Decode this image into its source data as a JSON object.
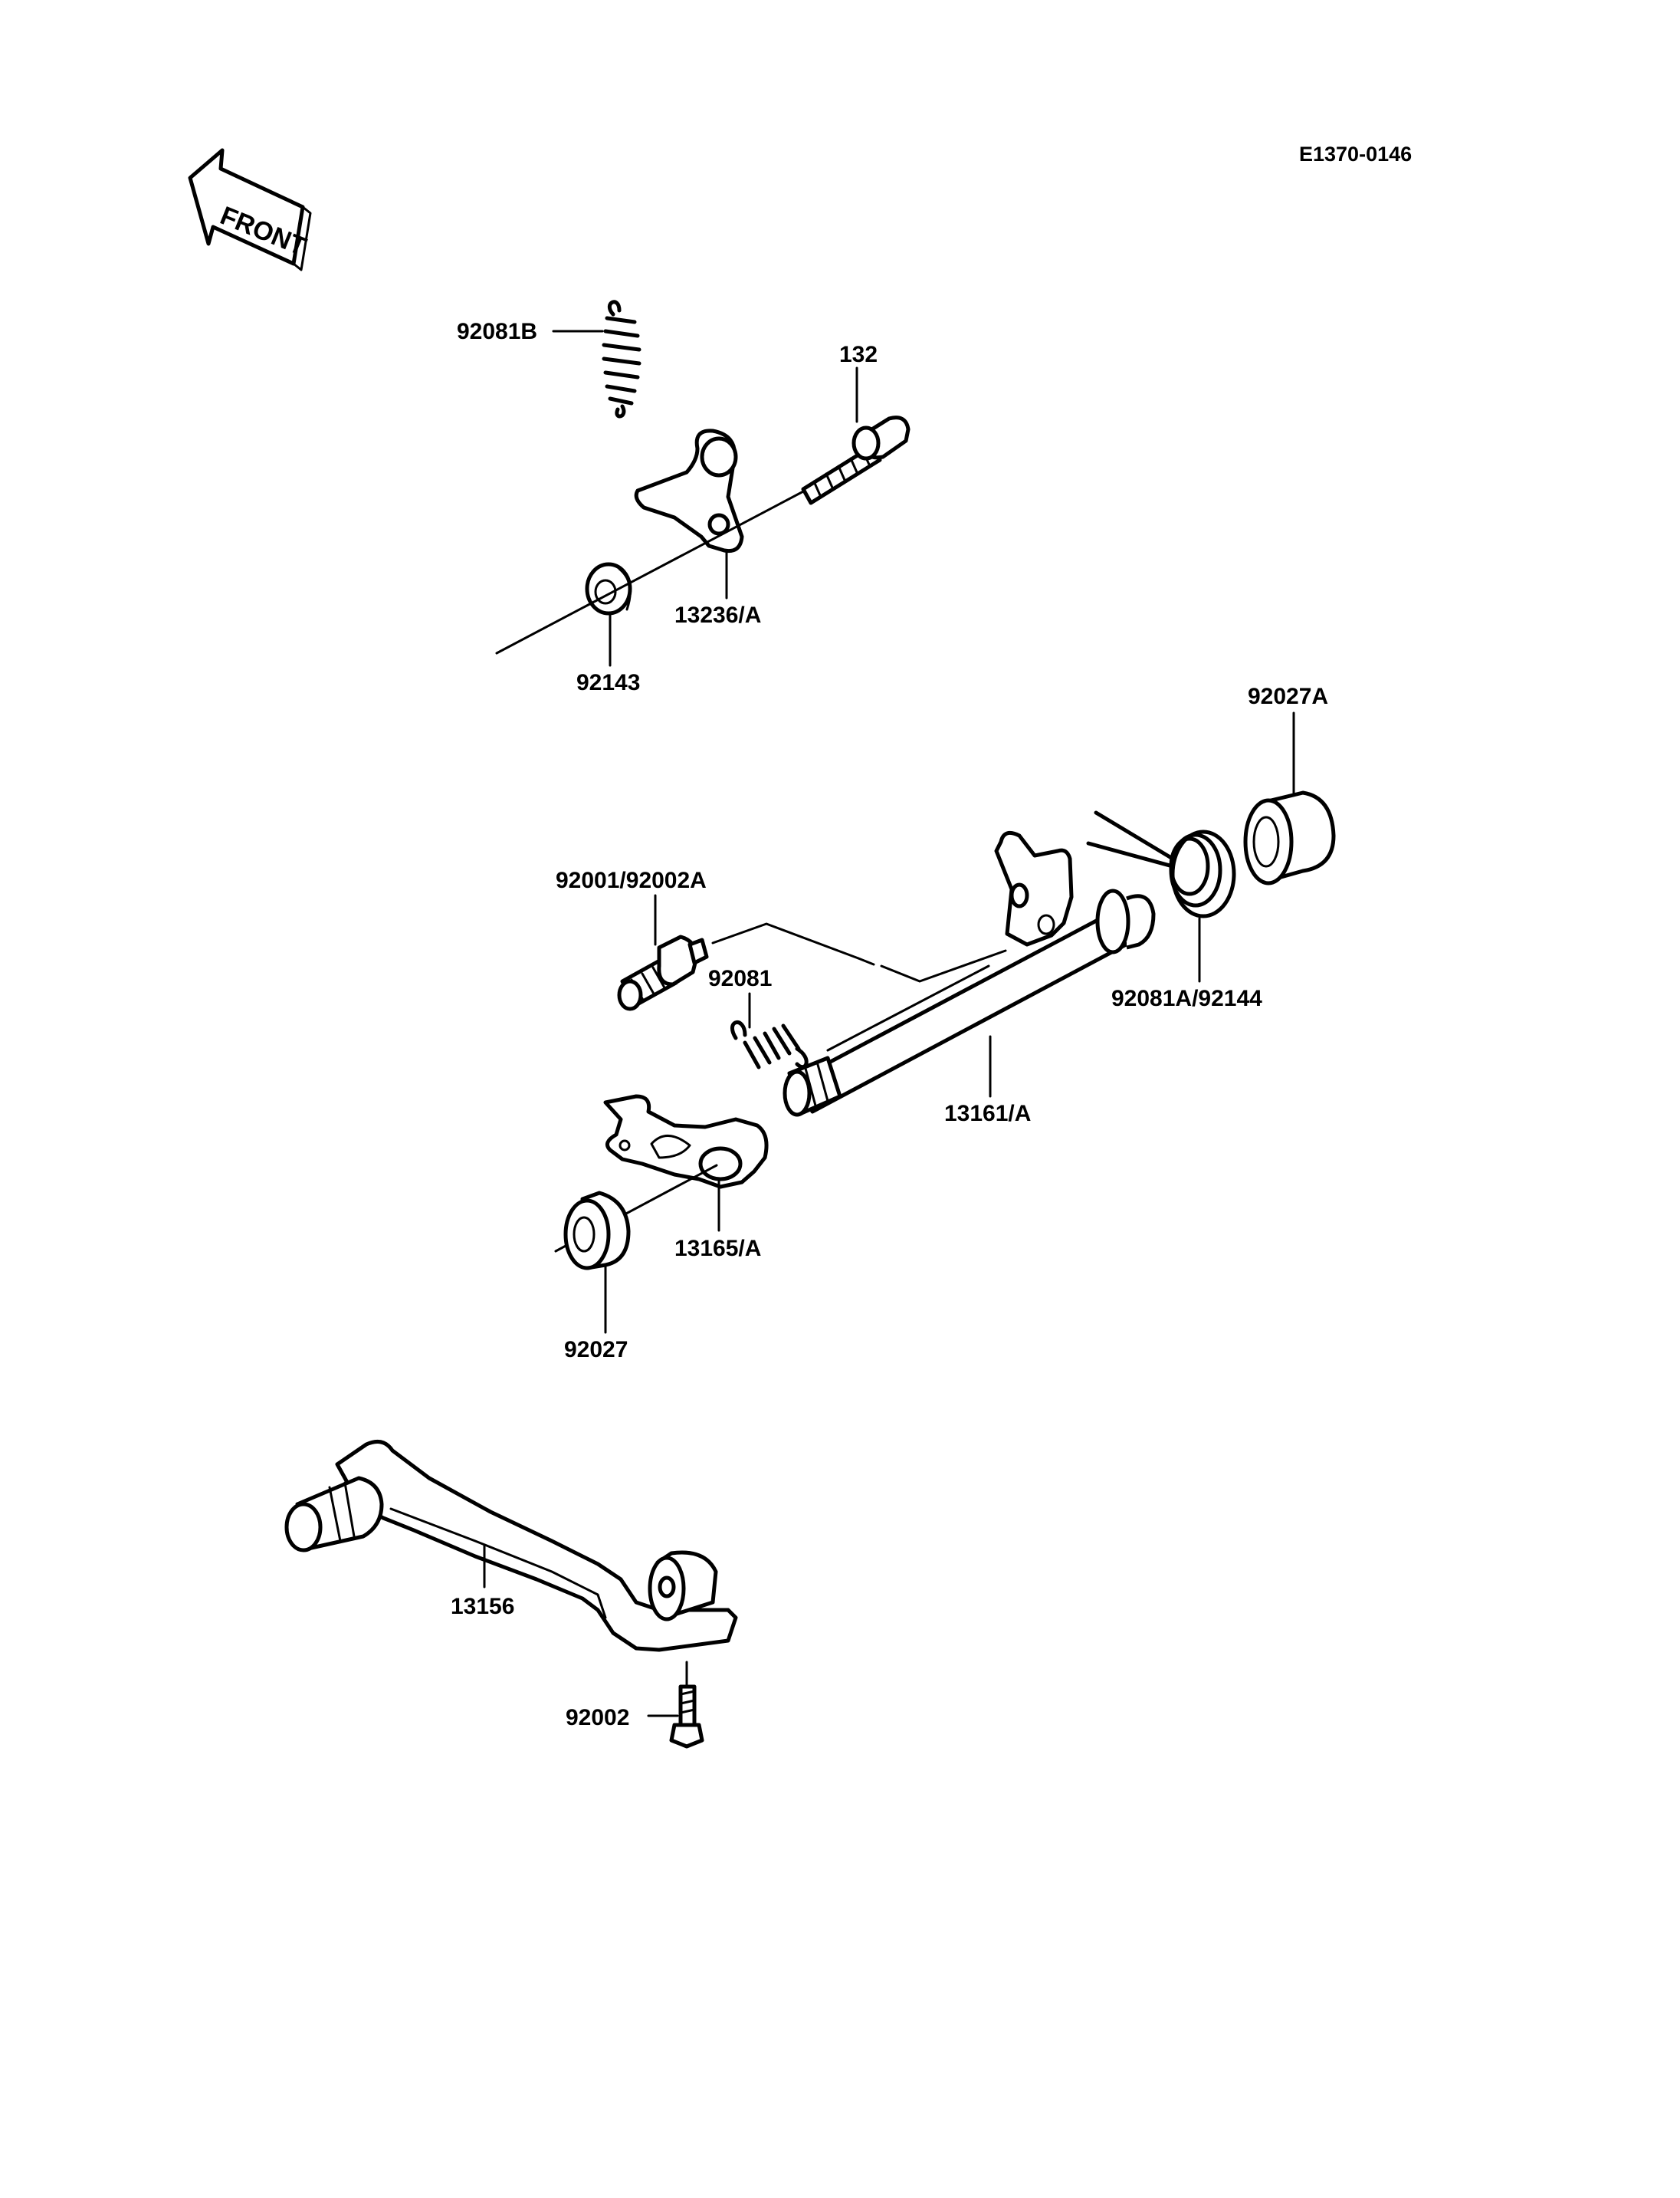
{
  "diagram_code": "E1370-0146",
  "front_marker": "FRONT",
  "labels": {
    "spring_b": "92081B",
    "bolt": "132",
    "lever_plate": "13236/A",
    "collar_top": "92143",
    "bushing_right": "92027A",
    "stopper_bolt": "92001/92002A",
    "spring_small": "92081",
    "spring_return": "92081A/92144",
    "shift_shaft": "13161/A",
    "shift_arm": "13165/A",
    "bushing_left": "92027",
    "shift_pedal": "13156",
    "pedal_bolt": "92002"
  }
}
